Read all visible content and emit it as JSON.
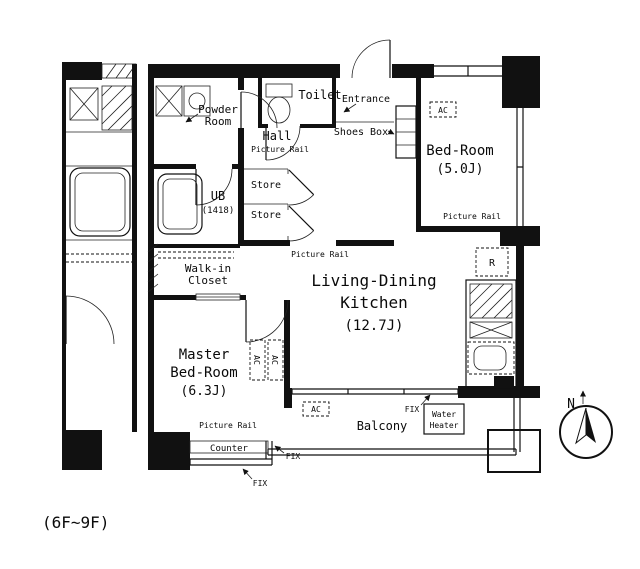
{
  "floor_note": "(6F~9F)",
  "compass": {
    "north_label": "N"
  },
  "rooms": {
    "toilet": {
      "label": "Toilet"
    },
    "entrance": {
      "label": "Entrance"
    },
    "shoes_box": {
      "label": "Shoes Box"
    },
    "hall": {
      "label": "Hall",
      "picture_rail": "Picture Rail"
    },
    "powder_room": {
      "label_line1": "Powder",
      "label_line2": "Room"
    },
    "unit_bath": {
      "label": "UB",
      "size": "(1418)"
    },
    "store_upper": {
      "label": "Store"
    },
    "store_lower": {
      "label": "Store"
    },
    "bedroom": {
      "label": "Bed-Room",
      "size": "(5.0J)",
      "ac": "AC",
      "picture_rail": "Picture Rail"
    },
    "living_dining_kitchen": {
      "label_line1": "Living-Dining",
      "label_line2": "Kitchen",
      "size": "(12.7J)",
      "picture_rail": "Picture Rail",
      "refrigerator": "R"
    },
    "walk_in_closet": {
      "label_line1": "Walk-in",
      "label_line2": "Closet"
    },
    "master_bedroom": {
      "label_line1": "Master",
      "label_line2": "Bed-Room",
      "size": "(6.3J)",
      "picture_rail": "Picture Rail",
      "ac_left": "AC",
      "ac_right": "AC",
      "counter": "Counter"
    },
    "balcony": {
      "label": "Balcony",
      "ac": "AC",
      "water_heater_line1": "Water",
      "water_heater_line2": "Heater",
      "fix_living": "FIX",
      "fix_master_side": "FIX",
      "fix_master_bottom": "FIX"
    }
  },
  "colors": {
    "ink": "#111111",
    "background": "#ffffff"
  }
}
